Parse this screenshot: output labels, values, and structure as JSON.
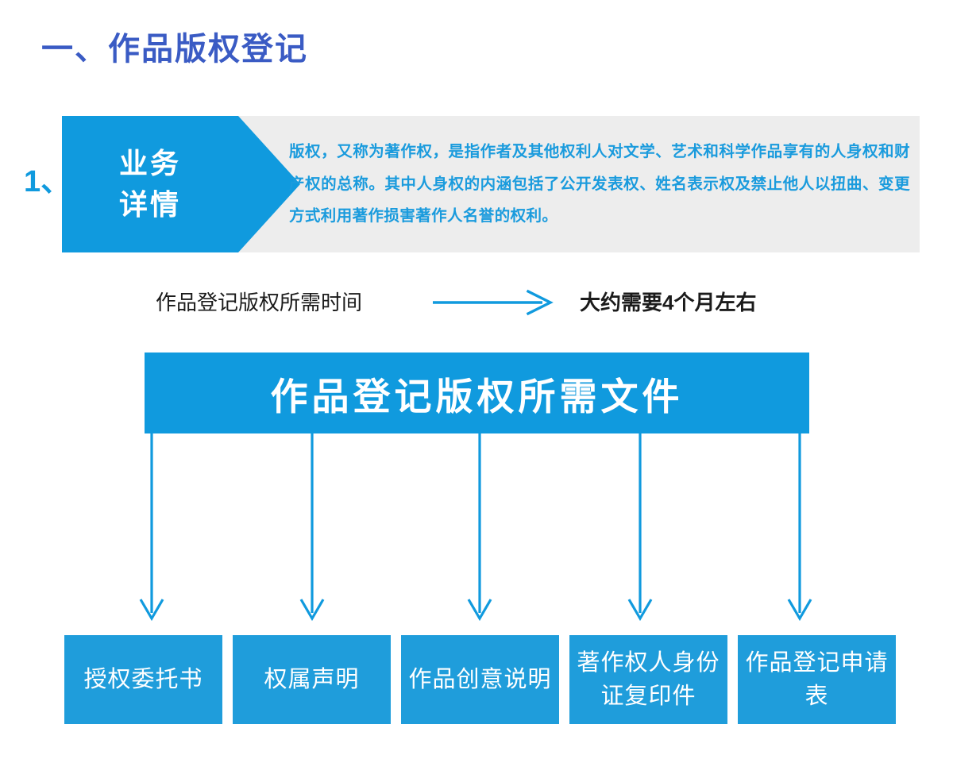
{
  "theme": {
    "brand_blue": "#109ade",
    "box_blue": "#1f9ddb",
    "title_blue": "#3a5bc4",
    "panel_gray": "#ededed",
    "text_dark": "#1b1b1b"
  },
  "page_title": "一、作品版权登记",
  "section": {
    "number": "1、",
    "tag_line1": "业务",
    "tag_line2": "详情",
    "description": "版权，又称为著作权，是指作者及其他权利人对文学、艺术和科学作品享有的人身权和财产权的总称。其中人身权的内涵包括了公开发表权、姓名表示权及禁止他人以扭曲、变更方式利用著作损害著作人名誉的权利。"
  },
  "timing": {
    "label": "作品登记版权所需时间",
    "arrow_icon": "arrow-right-icon",
    "value": "大约需要4个月左右"
  },
  "documents": {
    "header": "作品登记版权所需文件",
    "items": [
      {
        "label": "授权委托书"
      },
      {
        "label": "权属声明"
      },
      {
        "label": "作品创意说明"
      },
      {
        "label": "著作权人身份证复印件"
      },
      {
        "label": "作品登记申请表"
      }
    ]
  }
}
